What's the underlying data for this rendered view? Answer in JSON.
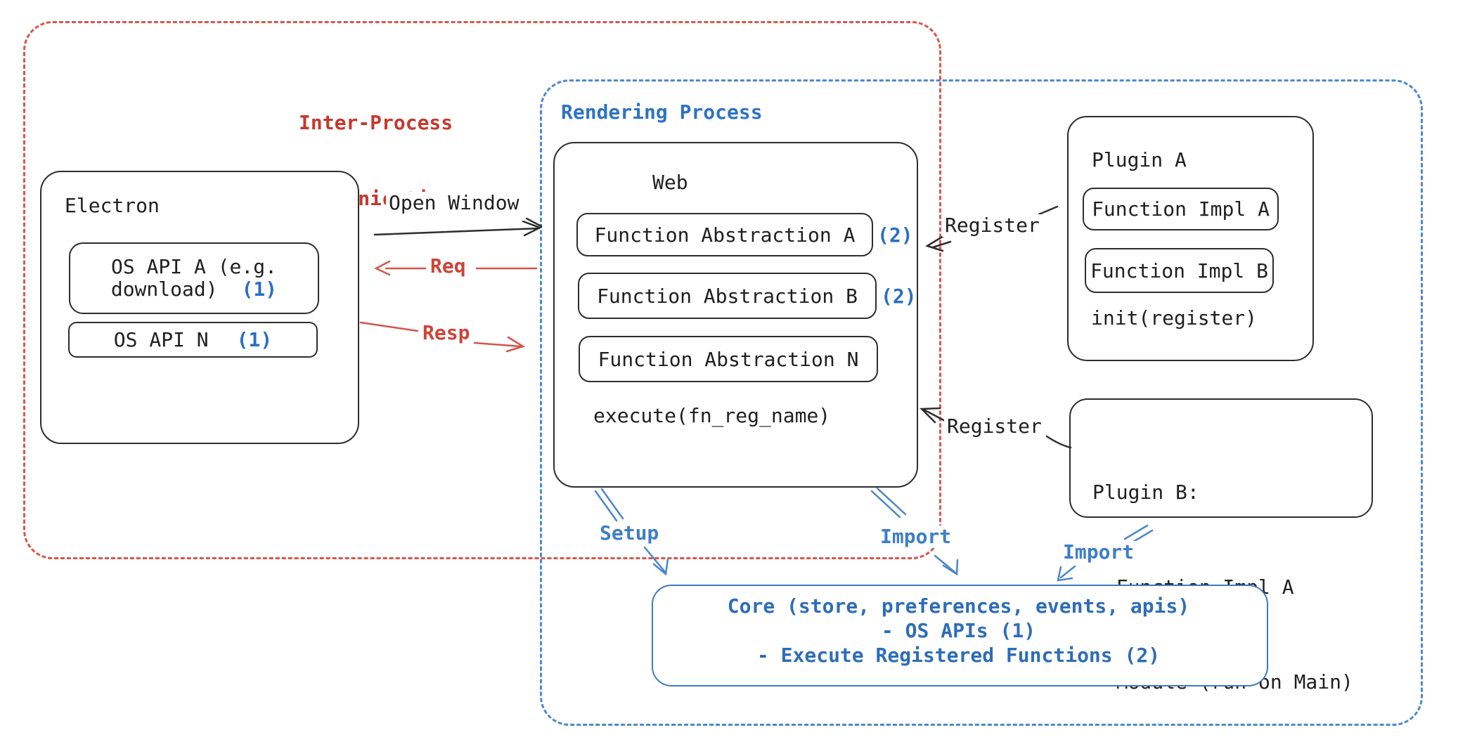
{
  "colors": {
    "red_border": "#d8564c",
    "red_text": "#c6382e",
    "red_arrow": "#d4554b",
    "blue_border": "#4e89cc",
    "blue_text": "#2d73c3",
    "blue_badge": "#2a6fc2",
    "blue_arrow": "#4c86c8",
    "core_border": "#4179bf",
    "core_text": "#2e6db8",
    "black_text": "#1f1f1f",
    "box_border": "#2d2d2d",
    "background": "#ffffff"
  },
  "ipc_region": {
    "label_line1": "Inter-Process",
    "label_line2": "Communication"
  },
  "rendering_region": {
    "label": "Rendering Process"
  },
  "electron": {
    "title": "Electron",
    "os_api_a": {
      "line1": "OS API A (e.g.",
      "line2": "download)",
      "badge": "(1)"
    },
    "os_api_n": {
      "label": "OS API N",
      "badge": "(1)"
    }
  },
  "web": {
    "title": "Web",
    "abstractions": [
      {
        "label": "Function Abstraction A",
        "badge": "(2)"
      },
      {
        "label": "Function Abstraction B",
        "badge": "(2)"
      },
      {
        "label": "Function Abstraction N",
        "badge": ""
      }
    ],
    "execute": "execute(fn_reg_name)"
  },
  "plugin_a": {
    "title": "Plugin A",
    "impl_a": "Function Impl A",
    "impl_b": "Function Impl B",
    "init": "init(register)"
  },
  "plugin_b": {
    "line1": "Plugin B:",
    "line2": "- Function Impl A",
    "line3": "- Module (run on Main)"
  },
  "core": {
    "line1": "Core (store, preferences, events, apis)",
    "line2": "- OS APIs (1)",
    "line3": "- Execute Registered Functions (2)"
  },
  "arrows": {
    "open_window": "Open Window",
    "req": "Req",
    "resp": "Resp",
    "register_top": "Register",
    "register_bottom": "Register",
    "setup": "Setup",
    "import_web": "Import",
    "import_plugin": "Import"
  }
}
